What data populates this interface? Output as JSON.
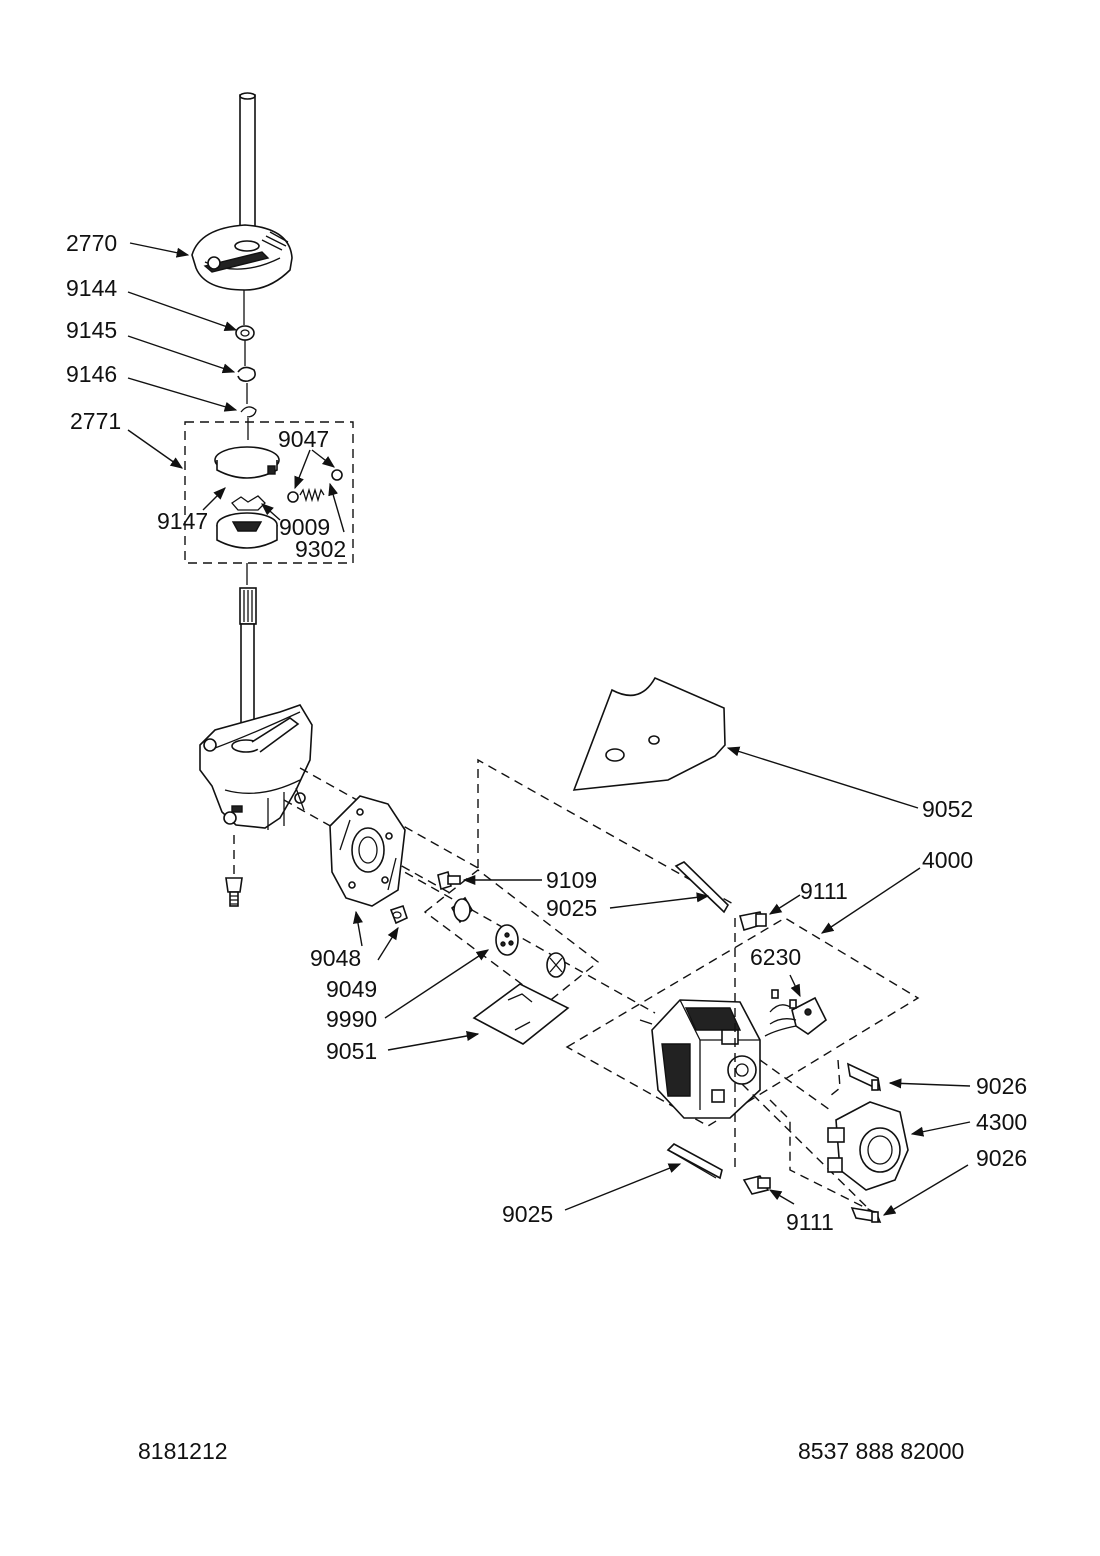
{
  "part_labels": [
    {
      "id": "p2770",
      "text": "2770"
    },
    {
      "id": "p9144",
      "text": "9144"
    },
    {
      "id": "p9145",
      "text": "9145"
    },
    {
      "id": "p9146",
      "text": "9146"
    },
    {
      "id": "p2771",
      "text": "2771"
    },
    {
      "id": "p9047",
      "text": "9047"
    },
    {
      "id": "p9147",
      "text": "9147"
    },
    {
      "id": "p9009",
      "text": "9009"
    },
    {
      "id": "p9302",
      "text": "9302"
    },
    {
      "id": "p9052",
      "text": "9052"
    },
    {
      "id": "p4000",
      "text": "4000"
    },
    {
      "id": "p9109",
      "text": "9109"
    },
    {
      "id": "p9025a",
      "text": "9025"
    },
    {
      "id": "p9111a",
      "text": "9111"
    },
    {
      "id": "p6230",
      "text": "6230"
    },
    {
      "id": "p9048",
      "text": "9048"
    },
    {
      "id": "p9049",
      "text": "9049"
    },
    {
      "id": "p9990",
      "text": "9990"
    },
    {
      "id": "p9051",
      "text": "9051"
    },
    {
      "id": "p9026a",
      "text": "9026"
    },
    {
      "id": "p4300",
      "text": "4300"
    },
    {
      "id": "p9026b",
      "text": "9026"
    },
    {
      "id": "p9025b",
      "text": "9025"
    },
    {
      "id": "p9111b",
      "text": "9111"
    }
  ],
  "footer": {
    "left_code": "8181212",
    "right_code": "8537 888 82000"
  }
}
